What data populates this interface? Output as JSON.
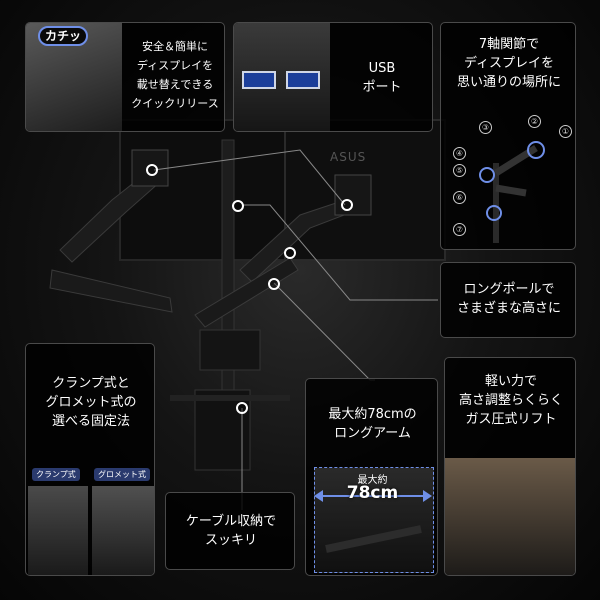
{
  "features": {
    "quick_release": {
      "badge": "カチッ",
      "lines": [
        "安全＆簡単に",
        "ディスプレイを",
        "載せ替えできる",
        "クイックリリース"
      ]
    },
    "usb": {
      "lines": [
        "USB",
        "ポート"
      ]
    },
    "joints": {
      "lines": [
        "7軸関節で",
        "ディスプレイを",
        "思い通りの場所に"
      ],
      "numbers": [
        "①",
        "②",
        "③",
        "④",
        "⑤",
        "⑥",
        "⑦"
      ]
    },
    "long_pole": {
      "lines": [
        "ロングポールで",
        "さまざまな高さに"
      ]
    },
    "clamp": {
      "lines": [
        "クランプ式と",
        "グロメット式の",
        "選べる固定法"
      ],
      "tag_clamp": "クランプ式",
      "tag_grommet": "グロメット式"
    },
    "long_arm": {
      "lines": [
        "最大約78cmの",
        "ロングアーム"
      ],
      "dim_label": "最大約",
      "dim_value": "78cm"
    },
    "gas_lift": {
      "lines": [
        "軽い力で",
        "高さ調整らくらく",
        "ガス圧式リフト"
      ]
    },
    "cable": {
      "lines": [
        "ケーブル収納で",
        "スッキリ"
      ]
    }
  },
  "brand": {
    "monitor_logo": "ASUS"
  },
  "colors": {
    "accent_blue": "#6f8fe8",
    "badge_bg": "#0a0a0a"
  }
}
